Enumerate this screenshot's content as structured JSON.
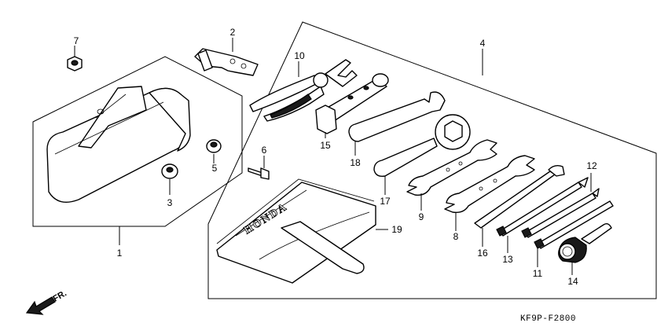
{
  "drawing_code": "KF9P-F2800",
  "direction_label": "FR.",
  "brand_text": "HONDA",
  "callouts": {
    "c1": "1",
    "c2": "2",
    "c3": "3",
    "c4": "4",
    "c5": "5",
    "c6": "6",
    "c7": "7",
    "c8": "8",
    "c9": "9",
    "c10": "10",
    "c11": "11",
    "c12": "12",
    "c13": "13",
    "c14": "14",
    "c15": "15",
    "c16": "16",
    "c17": "17",
    "c18": "18",
    "c19": "19"
  }
}
